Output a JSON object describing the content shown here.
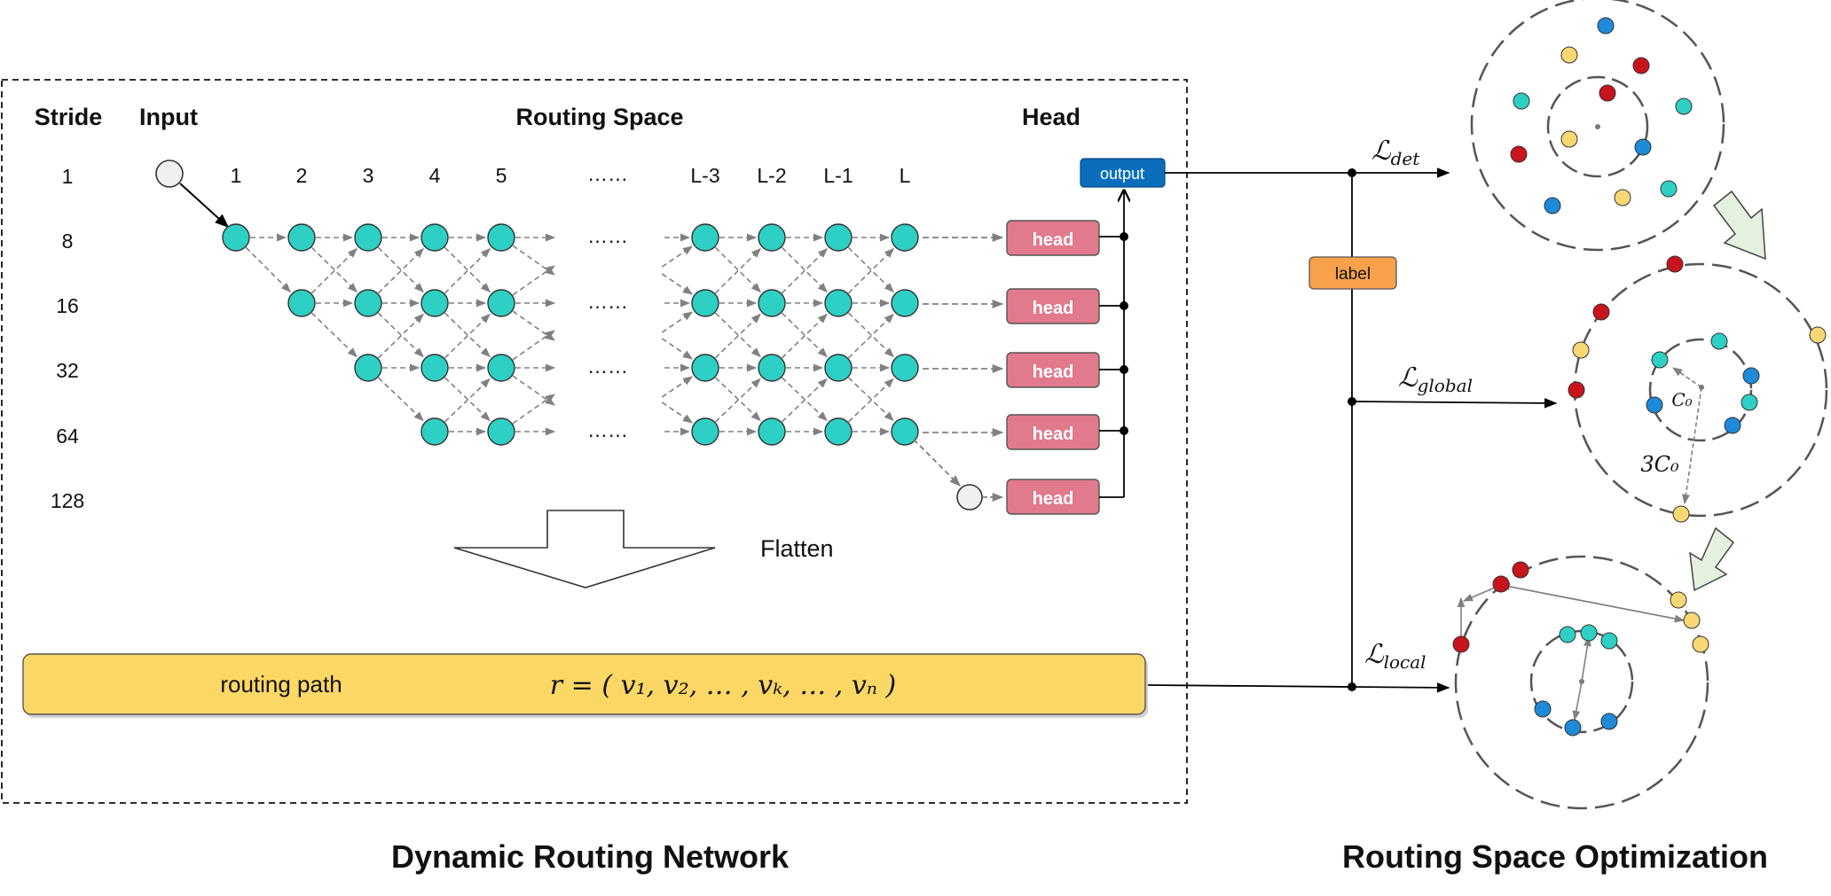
{
  "left_panel": {
    "headers": {
      "stride": "Stride",
      "input": "Input",
      "routing_space": "Routing Space",
      "head": "Head"
    },
    "strides": [
      "1",
      "8",
      "16",
      "32",
      "64",
      "128"
    ],
    "layers": [
      "1",
      "2",
      "3",
      "4",
      "5",
      "……",
      "L-3",
      "L-2",
      "L-1",
      "L"
    ],
    "output_label": "output",
    "head_label": "head",
    "flatten_label": "Flatten",
    "routing_path": {
      "label": "routing path",
      "formula": "r = ( v₁, v₂, … , vₖ, … , vₙ )"
    },
    "title": "Dynamic Routing Network"
  },
  "right_panel": {
    "label_box": "label",
    "losses": {
      "det": "det",
      "global": "global",
      "local": "local",
      "loss_symbol": "ℒ"
    },
    "annotations": {
      "c0": "C₀",
      "three_c0": "3C₀"
    },
    "title": "Routing Space Optimization"
  },
  "colors": {
    "node": "#2ecfc4",
    "head": "#e07a8c",
    "output": "#0a6ebd",
    "label": "#f7a24a",
    "routing_bar": "#fbd765",
    "red": "#c8141c",
    "blue": "#1e8ad8",
    "yellow": "#f8d774",
    "arrow_fill": "#e5f1df"
  }
}
